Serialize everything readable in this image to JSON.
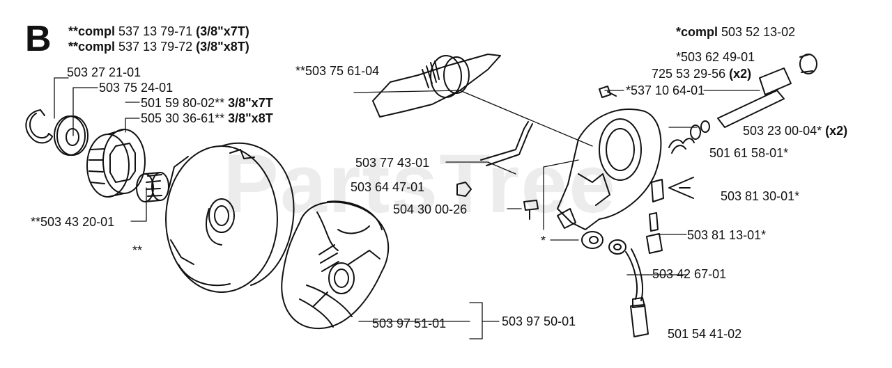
{
  "section_letter": "B",
  "watermark": "PartsTree",
  "watermark_tm": "™",
  "compl_top": [
    {
      "prefix": "**compl",
      "number": "537 13 79-71",
      "spec": "(3/8\"x7T)"
    },
    {
      "prefix": "**compl",
      "number": "537 13 79-72",
      "spec": "(3/8\"x8T)"
    }
  ],
  "compl_right": {
    "prefix": "*compl",
    "number": "503 52 13-02"
  },
  "parts": {
    "p01": "503 27 21-01",
    "p02": "503 75 24-01",
    "p03": "501 59 80-02**",
    "p03_spec": "3/8\"x7T",
    "p04": "505 30 36-61**",
    "p04_spec": "3/8\"x8T",
    "p05": "**503 43 20-01",
    "p06": "**",
    "p07": "**503 75 61-04",
    "p08": "503 77 43-01",
    "p09": "503 64 47-01",
    "p10": "504 30 00-26",
    "p11": "*",
    "p12": "503 97 51-01",
    "p13": "503 97 50-01",
    "p14": "*503 62 49-01",
    "p15": "725 53 29-56",
    "p15_qty": "(x2)",
    "p16": "*537 10 64-01",
    "p17": "503 23 00-04*",
    "p17_qty": "(x2)",
    "p18": "501 61 58-01*",
    "p19": "503 81 30-01*",
    "p20": "503 81 13-01*",
    "p21": "503 42 67-01",
    "p22": "501 54 41-02"
  }
}
